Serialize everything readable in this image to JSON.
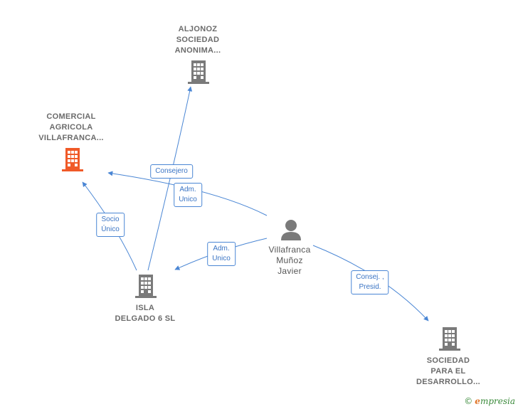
{
  "colors": {
    "edge": "#4a86d4",
    "building": "#7a7a7a",
    "building_highlight": "#f05a28",
    "person": "#7a7a7a"
  },
  "nodes": {
    "aljonoz": {
      "lines": [
        "ALJONOZ",
        "SOCIEDAD",
        "ANONIMA..."
      ],
      "icon": "building-icon"
    },
    "comercial": {
      "lines": [
        "COMERCIAL",
        "AGRICOLA",
        "VILLAFRANCA..."
      ],
      "icon": "building-icon"
    },
    "isla": {
      "lines": [
        "ISLA",
        "DELGADO 6 SL"
      ],
      "icon": "building-icon"
    },
    "person": {
      "lines": [
        "Villafranca",
        "Muñoz",
        "Javier"
      ],
      "icon": "person-icon"
    },
    "sociedad": {
      "lines": [
        "SOCIEDAD",
        "PARA EL",
        "DESARROLLO..."
      ],
      "icon": "building-icon"
    }
  },
  "edges": {
    "consejero": {
      "lines": [
        "Consejero"
      ]
    },
    "adm_unico_1": {
      "lines": [
        "Adm.",
        "Unico"
      ]
    },
    "socio_unico": {
      "lines": [
        "Socio",
        "Único"
      ]
    },
    "adm_unico_2": {
      "lines": [
        "Adm.",
        "Unico"
      ]
    },
    "consej_presid": {
      "lines": [
        "Consej. ,",
        "Presid."
      ]
    }
  },
  "footer": {
    "copyright": "©",
    "brand_first": "e",
    "brand_rest": "mpresia"
  }
}
